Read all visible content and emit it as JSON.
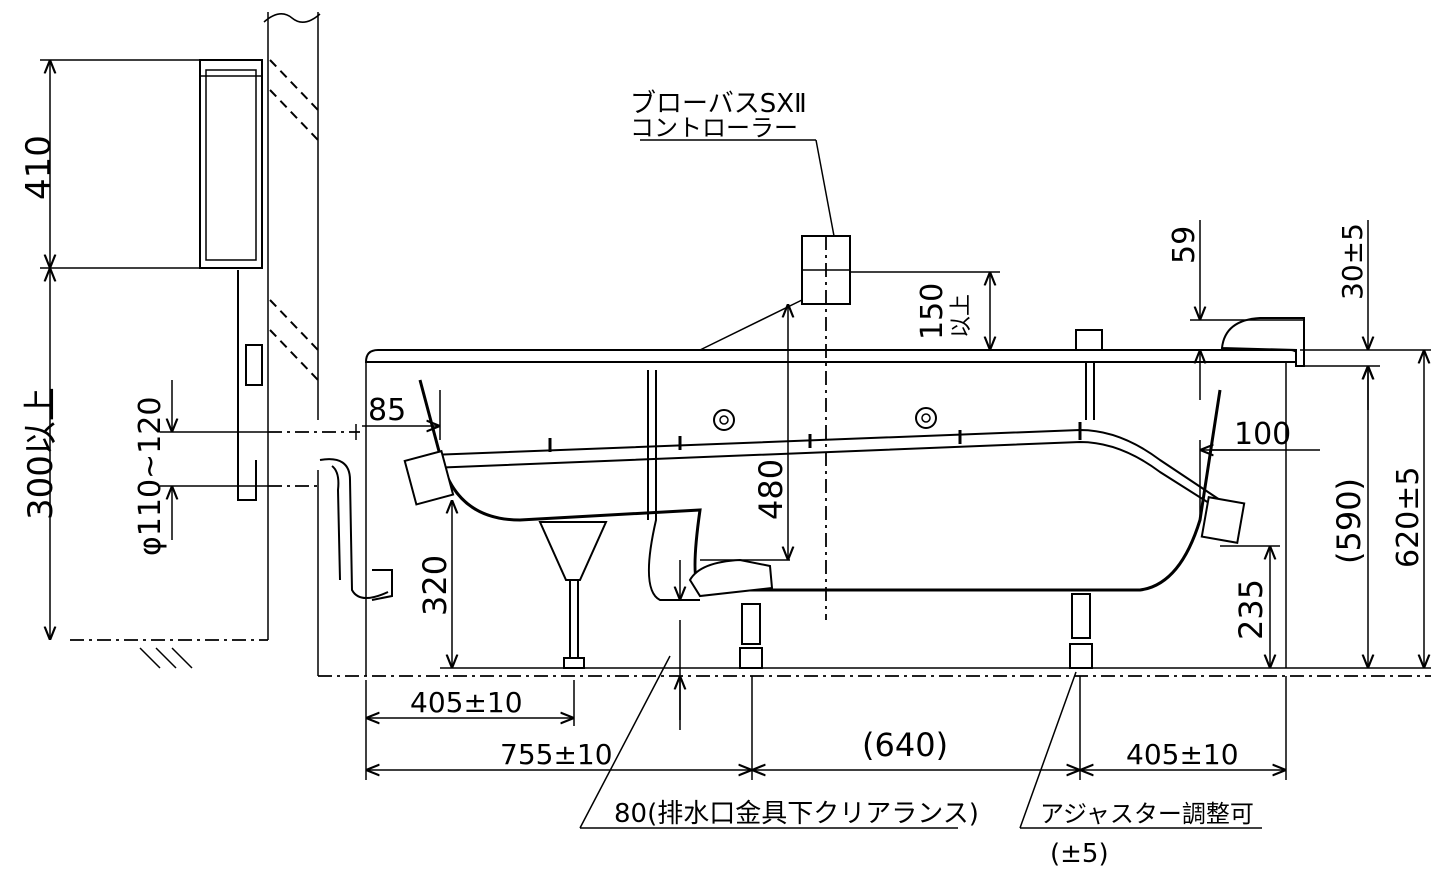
{
  "labels": {
    "controller_line1": "ブローバスSXⅡ",
    "controller_line2": "コントローラー",
    "clearance_note": "80(排水口金具下クリアランス)",
    "adjuster_note": "アジャスター調整可",
    "adjuster_tolerance": "(±5)"
  },
  "dimensions": {
    "d410": "410",
    "d300": "300以上",
    "d_phi": "φ110~120",
    "d85": "85",
    "d150": "150",
    "d150_sub": "以上",
    "d480": "480",
    "d320": "320",
    "d59": "59",
    "d30": "30±5",
    "d100": "100",
    "d590": "(590)",
    "d620": "620±5",
    "d235": "235",
    "d405_left": "405±10",
    "d755": "755±10",
    "d640": "(640)",
    "d405_right": "405±10"
  }
}
